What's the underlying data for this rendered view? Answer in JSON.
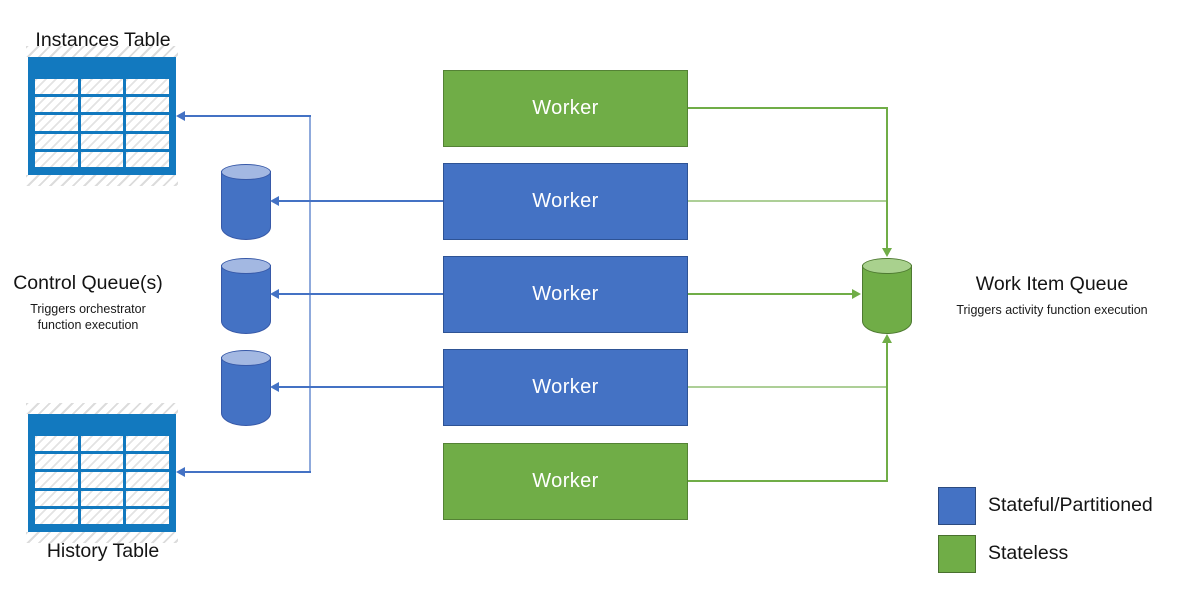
{
  "diagram": {
    "instances_table": {
      "label": "Instances Table"
    },
    "history_table": {
      "label": "History Table"
    },
    "control_queue": {
      "title": "Control Queue(s)",
      "subtitle_line1": "Triggers orchestrator",
      "subtitle_line2": "function execution",
      "queue_count": 3
    },
    "work_item_queue": {
      "title": "Work Item Queue",
      "subtitle": "Triggers activity function execution",
      "queue_count": 1
    },
    "workers": [
      {
        "label": "Worker",
        "type": "stateless"
      },
      {
        "label": "Worker",
        "type": "stateful"
      },
      {
        "label": "Worker",
        "type": "stateful"
      },
      {
        "label": "Worker",
        "type": "stateful"
      },
      {
        "label": "Worker",
        "type": "stateless"
      }
    ],
    "legend": [
      {
        "label": "Stateful/Partitioned",
        "color": "#4472C4"
      },
      {
        "label": "Stateless",
        "color": "#70AD47"
      }
    ],
    "colors": {
      "stateful_fill": "#4472C4",
      "stateful_border": "#2E5395",
      "stateless_fill": "#70AD47",
      "stateless_border": "#548235",
      "table_icon_blue": "#1279BF",
      "cylinder_blue_top": "#A3B8E2",
      "cylinder_green_top": "#A9D18E",
      "arrow_blue": "#4472C4",
      "arrow_blue_light": "#8FAADC",
      "arrow_green": "#70AD47",
      "arrow_green_light": "#ADCF97"
    }
  }
}
